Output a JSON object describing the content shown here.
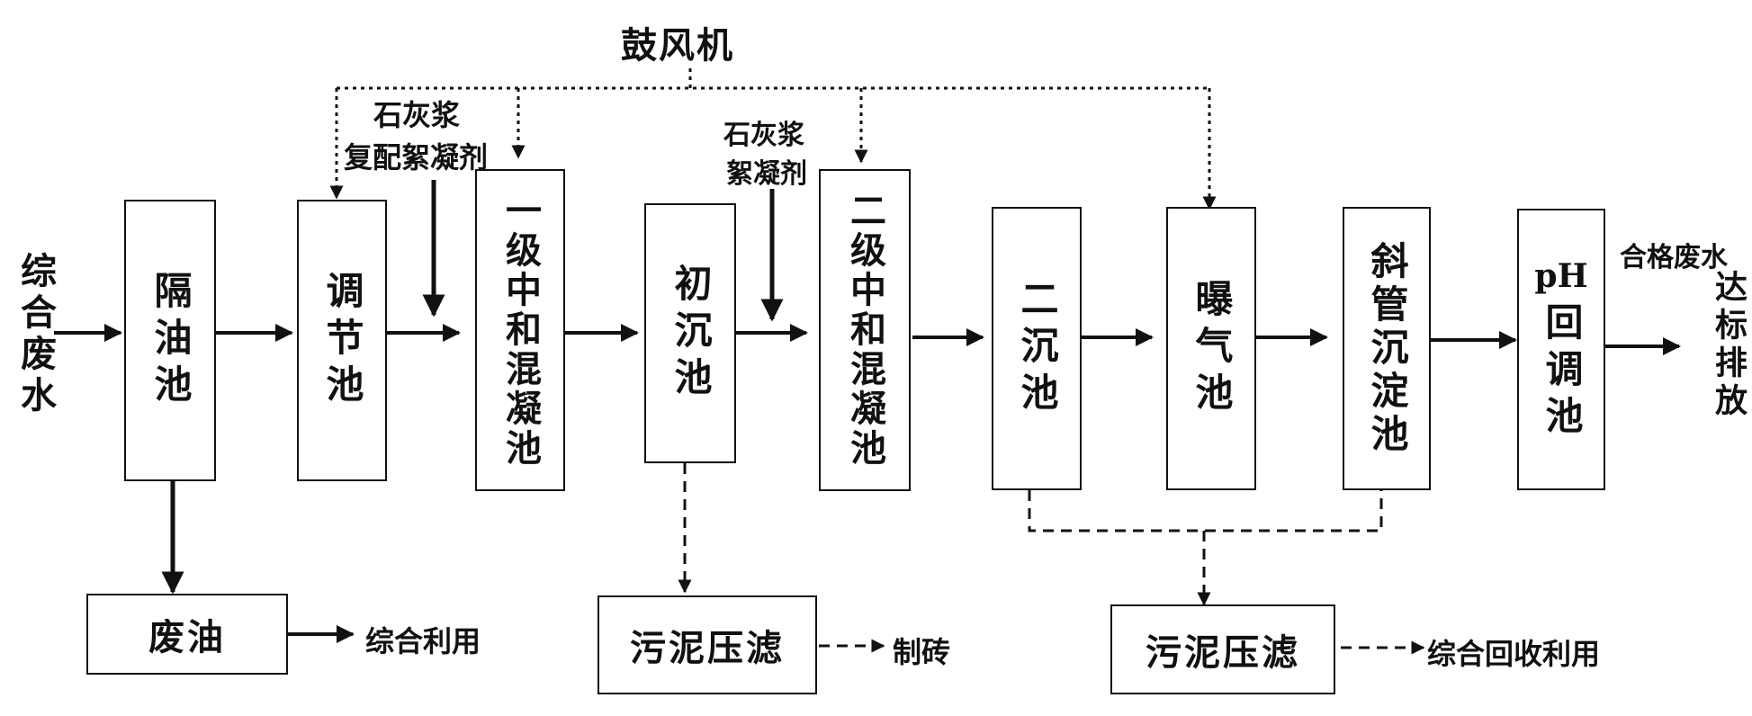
{
  "diagram": {
    "blower": "鼓风机",
    "input_label": "综合废水",
    "output_label": "达标排放",
    "qualified_label": "合格废水",
    "dosing_1": {
      "line1": "石灰浆",
      "line2": "复配絮凝剂"
    },
    "dosing_2": {
      "line1": "石灰浆",
      "line2": "絮凝剂"
    },
    "tanks": [
      {
        "id": "oil-separator",
        "label": "隔油池"
      },
      {
        "id": "equalization",
        "label": "调节池"
      },
      {
        "id": "primary-neutralization",
        "label": "一级中和混凝池"
      },
      {
        "id": "primary-settling",
        "label": "初沉池"
      },
      {
        "id": "secondary-neutralization",
        "label": "二级中和混凝池"
      },
      {
        "id": "secondary-settling",
        "label": "二沉池"
      },
      {
        "id": "aeration",
        "label": "曝气池"
      },
      {
        "id": "inclined-settling",
        "label": "斜管沉淀池"
      },
      {
        "id": "ph-adjust",
        "label_prefix": "pH",
        "label": "回调池"
      }
    ],
    "bottom": {
      "waste_oil": "废油",
      "waste_oil_use": "综合利用",
      "sludge_press_1": "污泥压滤",
      "brick": "制砖",
      "sludge_press_2": "污泥压滤",
      "recycle": "综合回收利用"
    }
  }
}
